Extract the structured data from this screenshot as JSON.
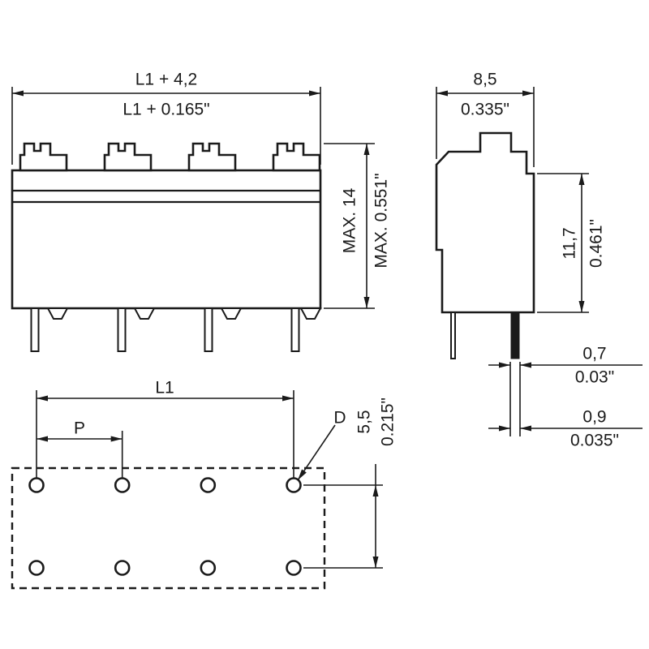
{
  "front_view": {
    "width_mm": "L1 + 4,2",
    "width_in": "L1 + 0.165\"",
    "height_mm": "MAX. 14",
    "height_in": "MAX. 0.551\""
  },
  "side_view": {
    "depth_mm": "8,5",
    "depth_in": "0.335\"",
    "body_height_mm": "11,7",
    "body_height_in": "0.461\"",
    "pin_dim1_mm": "0,7",
    "pin_dim1_in": "0.03\"",
    "pin_dim2_mm": "0,9",
    "pin_dim2_in": "0.035\""
  },
  "footprint": {
    "length_label": "L1",
    "pitch_label": "P",
    "hole_label": "D",
    "row_spacing_mm": "5,5",
    "row_spacing_in": "0.215\""
  },
  "colors": {
    "line": "#1a1a1a",
    "background": "#ffffff"
  }
}
